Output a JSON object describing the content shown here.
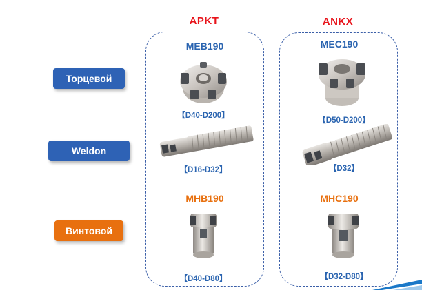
{
  "columns": [
    {
      "title": "APKT"
    },
    {
      "title": "ANKX"
    }
  ],
  "rows": [
    {
      "label": "Торцевой",
      "color": "#2e62b5"
    },
    {
      "label": "Weldon",
      "color": "#2e62b5"
    },
    {
      "label": "Винтовой",
      "color": "#e8700f"
    }
  ],
  "apkt": {
    "face": {
      "model": "MEB190",
      "range": "【D40-D200】"
    },
    "weldon": {
      "range": "【D16-D32】"
    },
    "screw": {
      "model": "MHB190",
      "range": "【D40-D80】"
    }
  },
  "ankx": {
    "face": {
      "model": "MEC190",
      "range": "【D50-D200】"
    },
    "weldon": {
      "range": "【D32】"
    },
    "screw": {
      "model": "MHC190",
      "range": "【D32-D80】"
    }
  },
  "colors": {
    "blue_model": "#2a64b0",
    "orange_model": "#e8700f",
    "title_red": "#e8141b",
    "accent_stripe": "#1a78c8"
  }
}
